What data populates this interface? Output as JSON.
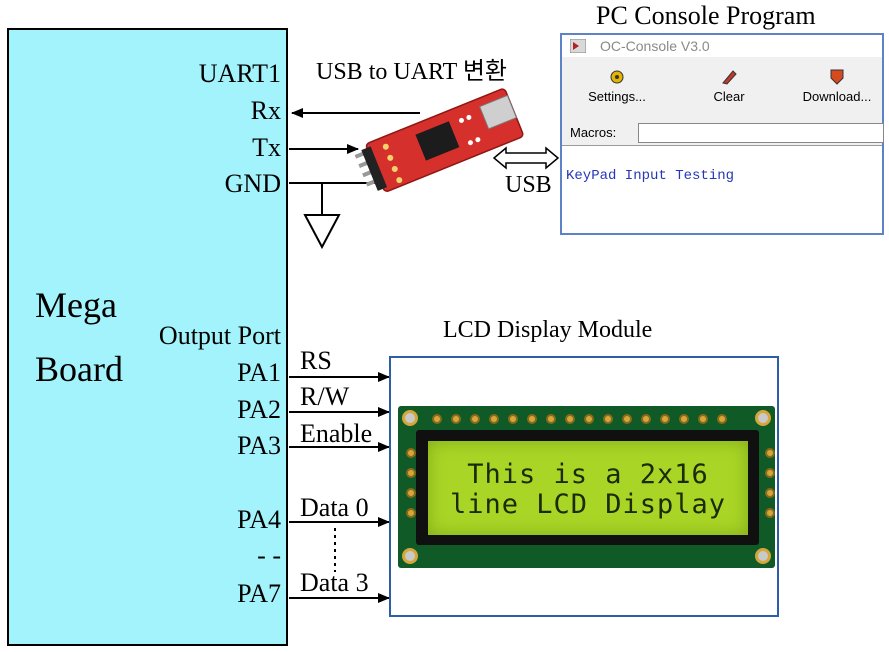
{
  "header": {
    "title": "PC Console Program"
  },
  "board": {
    "name_line1": "Mega",
    "name_line2": "Board",
    "uart": {
      "title": "UART1",
      "rx": "Rx",
      "tx": "Tx",
      "gnd": "GND"
    },
    "output_port": "Output Port",
    "pins": {
      "pa1": "PA1",
      "pa2": "PA2",
      "pa3": "PA3",
      "pa4": "PA4",
      "dashes": "- -",
      "pa7": "PA7"
    }
  },
  "usb_converter": {
    "label": "USB to UART 변환",
    "usb_label": "USB"
  },
  "signals": {
    "rs": "RS",
    "rw": "R/W",
    "enable": "Enable",
    "data0": "Data 0",
    "data3": "Data 3"
  },
  "console": {
    "title": "OC-Console V3.0",
    "buttons": {
      "settings": "Settings...",
      "clear": "Clear",
      "download": "Download..."
    },
    "macros_label": "Macros:",
    "macros_value": "",
    "output_text": "KeyPad Input Testing"
  },
  "lcd": {
    "title": "LCD Display Module",
    "line1": "This is a 2x16",
    "line2": "line LCD Display"
  },
  "colors": {
    "board": "#a2f3fb",
    "lcd_screen": "#a9d626",
    "pcb_lcd": "#0f5a26",
    "pcb_usb": "#d6302d",
    "console_text": "#2637b8",
    "frame": "#2e5ea8"
  }
}
